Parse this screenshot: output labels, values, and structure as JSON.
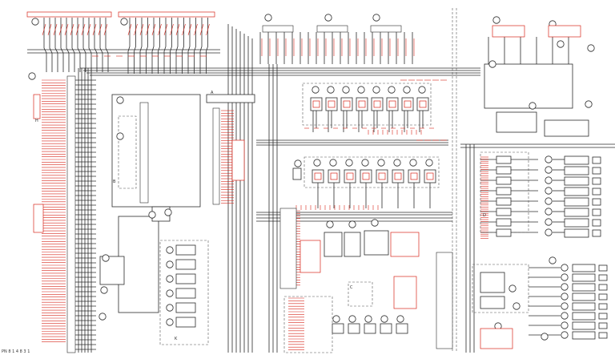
{
  "diagram": {
    "colors": {
      "wire": "#2b2b2b",
      "label": "#d8271c",
      "background": "#ffffff"
    },
    "block_labels": [
      "A",
      "B",
      "C",
      "D",
      "H",
      "K"
    ],
    "footer_text": "PN 8 1 4 8 3 1"
  }
}
